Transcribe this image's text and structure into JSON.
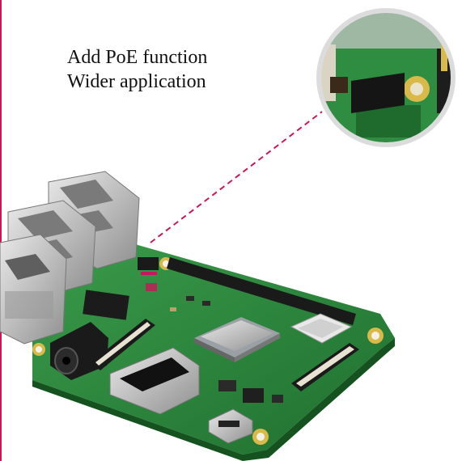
{
  "caption": {
    "line1": "Add PoE function",
    "line2": "Wider application"
  },
  "board": {
    "pcb_color": "#2c8a3e",
    "accent_color": "#c8175a",
    "components": [
      "usb-ports",
      "ethernet-port",
      "poe-header",
      "gpio-header",
      "soc-chip",
      "wifi-module",
      "hdmi-port",
      "micro-usb-port",
      "audio-jack",
      "camera-connector",
      "display-connector"
    ]
  },
  "callout": {
    "style": "dashed-line",
    "shows": "poe-header-magnified"
  }
}
